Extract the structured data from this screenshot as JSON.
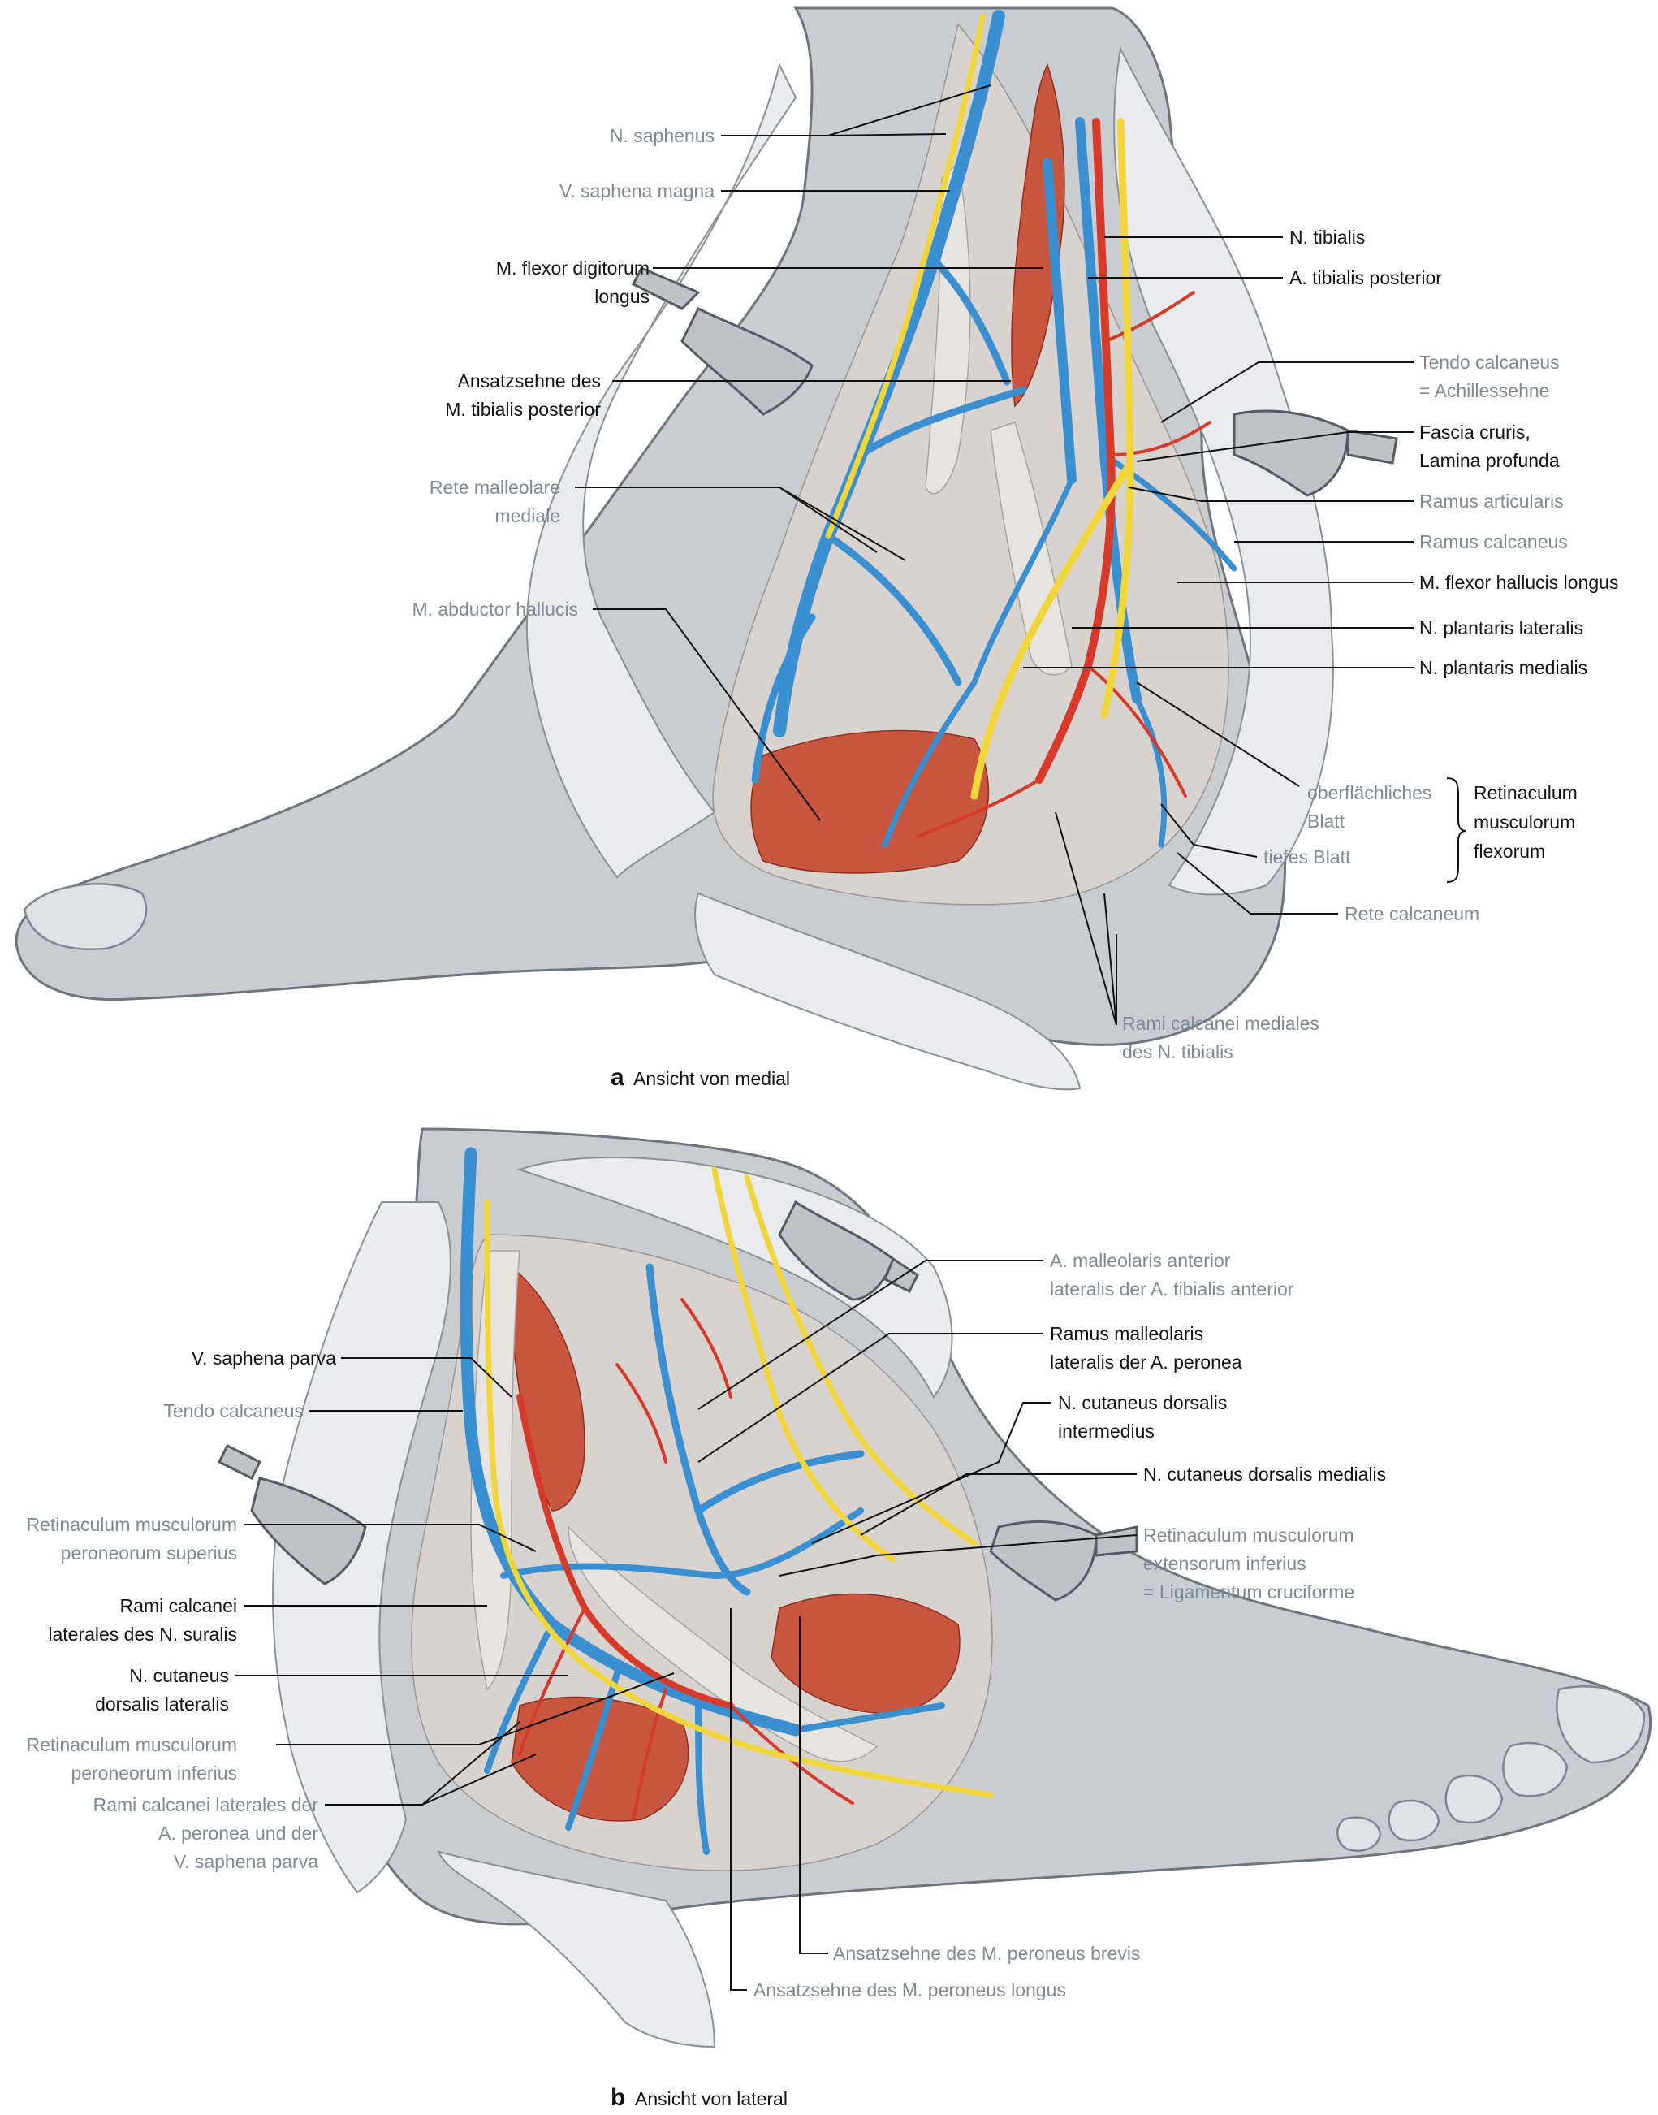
{
  "panel_a": {
    "caption_letter": "a",
    "caption_text": "Ansicht von medial",
    "labels_left": [
      {
        "id": "n-saphenus",
        "text": "N. saphenus",
        "color": "gray"
      },
      {
        "id": "v-saphena-magna",
        "text": "V. saphena magna",
        "color": "gray"
      },
      {
        "id": "m-flexor-digitorum-1",
        "text": "M. flexor digitorum",
        "color": "black"
      },
      {
        "id": "m-flexor-digitorum-2",
        "text": "longus",
        "color": "black"
      },
      {
        "id": "ansatzsehne-tib-1",
        "text": "Ansatzsehne des",
        "color": "black"
      },
      {
        "id": "ansatzsehne-tib-2",
        "text": "M. tibialis posterior",
        "color": "black"
      },
      {
        "id": "rete-malleolare-1",
        "text": "Rete malleolare",
        "color": "gray"
      },
      {
        "id": "rete-malleolare-2",
        "text": "mediale",
        "color": "gray"
      },
      {
        "id": "m-abductor-hallucis",
        "text": "M. abductor hallucis",
        "color": "gray"
      }
    ],
    "labels_right": [
      {
        "id": "n-tibialis",
        "text": "N. tibialis",
        "color": "black"
      },
      {
        "id": "a-tibialis-posterior",
        "text": "A. tibialis posterior",
        "color": "black"
      },
      {
        "id": "tendo-calcaneus-1",
        "text": "Tendo calcaneus",
        "color": "gray"
      },
      {
        "id": "tendo-calcaneus-2",
        "text": "= Achillessehne",
        "color": "gray"
      },
      {
        "id": "fascia-cruris-1",
        "text": "Fascia cruris,",
        "color": "black"
      },
      {
        "id": "fascia-cruris-2",
        "text": "Lamina profunda",
        "color": "black"
      },
      {
        "id": "ramus-articularis",
        "text": "Ramus articularis",
        "color": "gray"
      },
      {
        "id": "ramus-calcaneus",
        "text": "Ramus calcaneus",
        "color": "gray"
      },
      {
        "id": "m-flexor-hallucis",
        "text": "M. flexor hallucis longus",
        "color": "black"
      },
      {
        "id": "n-plantaris-lateralis",
        "text": "N. plantaris lateralis",
        "color": "black"
      },
      {
        "id": "n-plantaris-medialis",
        "text": "N. plantaris medialis",
        "color": "black"
      },
      {
        "id": "oberflaechliches-1",
        "text": "oberflächliches",
        "color": "gray"
      },
      {
        "id": "oberflaechliches-2",
        "text": "Blatt",
        "color": "gray"
      },
      {
        "id": "tiefes-blatt",
        "text": "tiefes Blatt",
        "color": "gray"
      },
      {
        "id": "retinaculum-flex-1",
        "text": "Retinaculum",
        "color": "black"
      },
      {
        "id": "retinaculum-flex-2",
        "text": "musculorum",
        "color": "black"
      },
      {
        "id": "retinaculum-flex-3",
        "text": "flexorum",
        "color": "black"
      },
      {
        "id": "rete-calcaneum",
        "text": "Rete calcaneum",
        "color": "gray"
      },
      {
        "id": "rami-calcanei-med-1",
        "text": "Rami calcanei mediales",
        "color": "gray"
      },
      {
        "id": "rami-calcanei-med-2",
        "text": "des N. tibialis",
        "color": "gray"
      }
    ]
  },
  "panel_b": {
    "caption_letter": "b",
    "caption_text": "Ansicht von lateral",
    "labels_left": [
      {
        "id": "v-saphena-parva",
        "text": "V. saphena parva",
        "color": "black"
      },
      {
        "id": "tendo-calcaneus-b",
        "text": "Tendo calcaneus",
        "color": "gray"
      },
      {
        "id": "retinaculum-per-sup-1",
        "text": "Retinaculum musculorum",
        "color": "gray"
      },
      {
        "id": "retinaculum-per-sup-2",
        "text": "peroneorum superius",
        "color": "gray"
      },
      {
        "id": "rami-calcanei-lat-1",
        "text": "Rami calcanei",
        "color": "black"
      },
      {
        "id": "rami-calcanei-lat-2",
        "text": "laterales des N. suralis",
        "color": "black"
      },
      {
        "id": "n-cutaneus-dl-1",
        "text": "N. cutaneus",
        "color": "black"
      },
      {
        "id": "n-cutaneus-dl-2",
        "text": "dorsalis lateralis",
        "color": "black"
      },
      {
        "id": "retinaculum-per-inf-1",
        "text": "Retinaculum musculorum",
        "color": "gray"
      },
      {
        "id": "retinaculum-per-inf-2",
        "text": "peroneorum inferius",
        "color": "gray"
      },
      {
        "id": "rami-calcanei-lat-a-1",
        "text": "Rami calcanei laterales der",
        "color": "gray"
      },
      {
        "id": "rami-calcanei-lat-a-2",
        "text": "A. peronea und der",
        "color": "gray"
      },
      {
        "id": "rami-calcanei-lat-a-3",
        "text": "V. saphena parva",
        "color": "gray"
      }
    ],
    "labels_right": [
      {
        "id": "a-malleolaris-1",
        "text": "A. malleolaris anterior",
        "color": "gray"
      },
      {
        "id": "a-malleolaris-2",
        "text": "lateralis der A. tibialis anterior",
        "color": "gray"
      },
      {
        "id": "ramus-malleolaris-1",
        "text": "Ramus malleolaris",
        "color": "black"
      },
      {
        "id": "ramus-malleolaris-2",
        "text": "lateralis der A. peronea",
        "color": "black"
      },
      {
        "id": "n-cutaneus-di-1",
        "text": "N. cutaneus dorsalis",
        "color": "black"
      },
      {
        "id": "n-cutaneus-di-2",
        "text": "intermedius",
        "color": "black"
      },
      {
        "id": "n-cutaneus-dm",
        "text": "N. cutaneus dorsalis medialis",
        "color": "black"
      },
      {
        "id": "retinaculum-ext-1",
        "text": "Retinaculum musculorum",
        "color": "gray"
      },
      {
        "id": "retinaculum-ext-2",
        "text": "extensorum inferius",
        "color": "gray"
      },
      {
        "id": "retinaculum-ext-3",
        "text": "= Ligamentum cruciforme",
        "color": "gray"
      },
      {
        "id": "ansatzsehne-brevis",
        "text": "Ansatzsehne des M. peroneus brevis",
        "color": "gray"
      },
      {
        "id": "ansatzsehne-longus",
        "text": "Ansatzsehne des M. peroneus longus",
        "color": "gray"
      }
    ]
  },
  "colors": {
    "vein": "#3a8fd0",
    "artery": "#d63a2a",
    "nerve": "#f1d63b",
    "muscle": "#c8553e",
    "skin": "#c9cdd2",
    "label_gray": "#7f8a93",
    "label_black": "#111111"
  }
}
